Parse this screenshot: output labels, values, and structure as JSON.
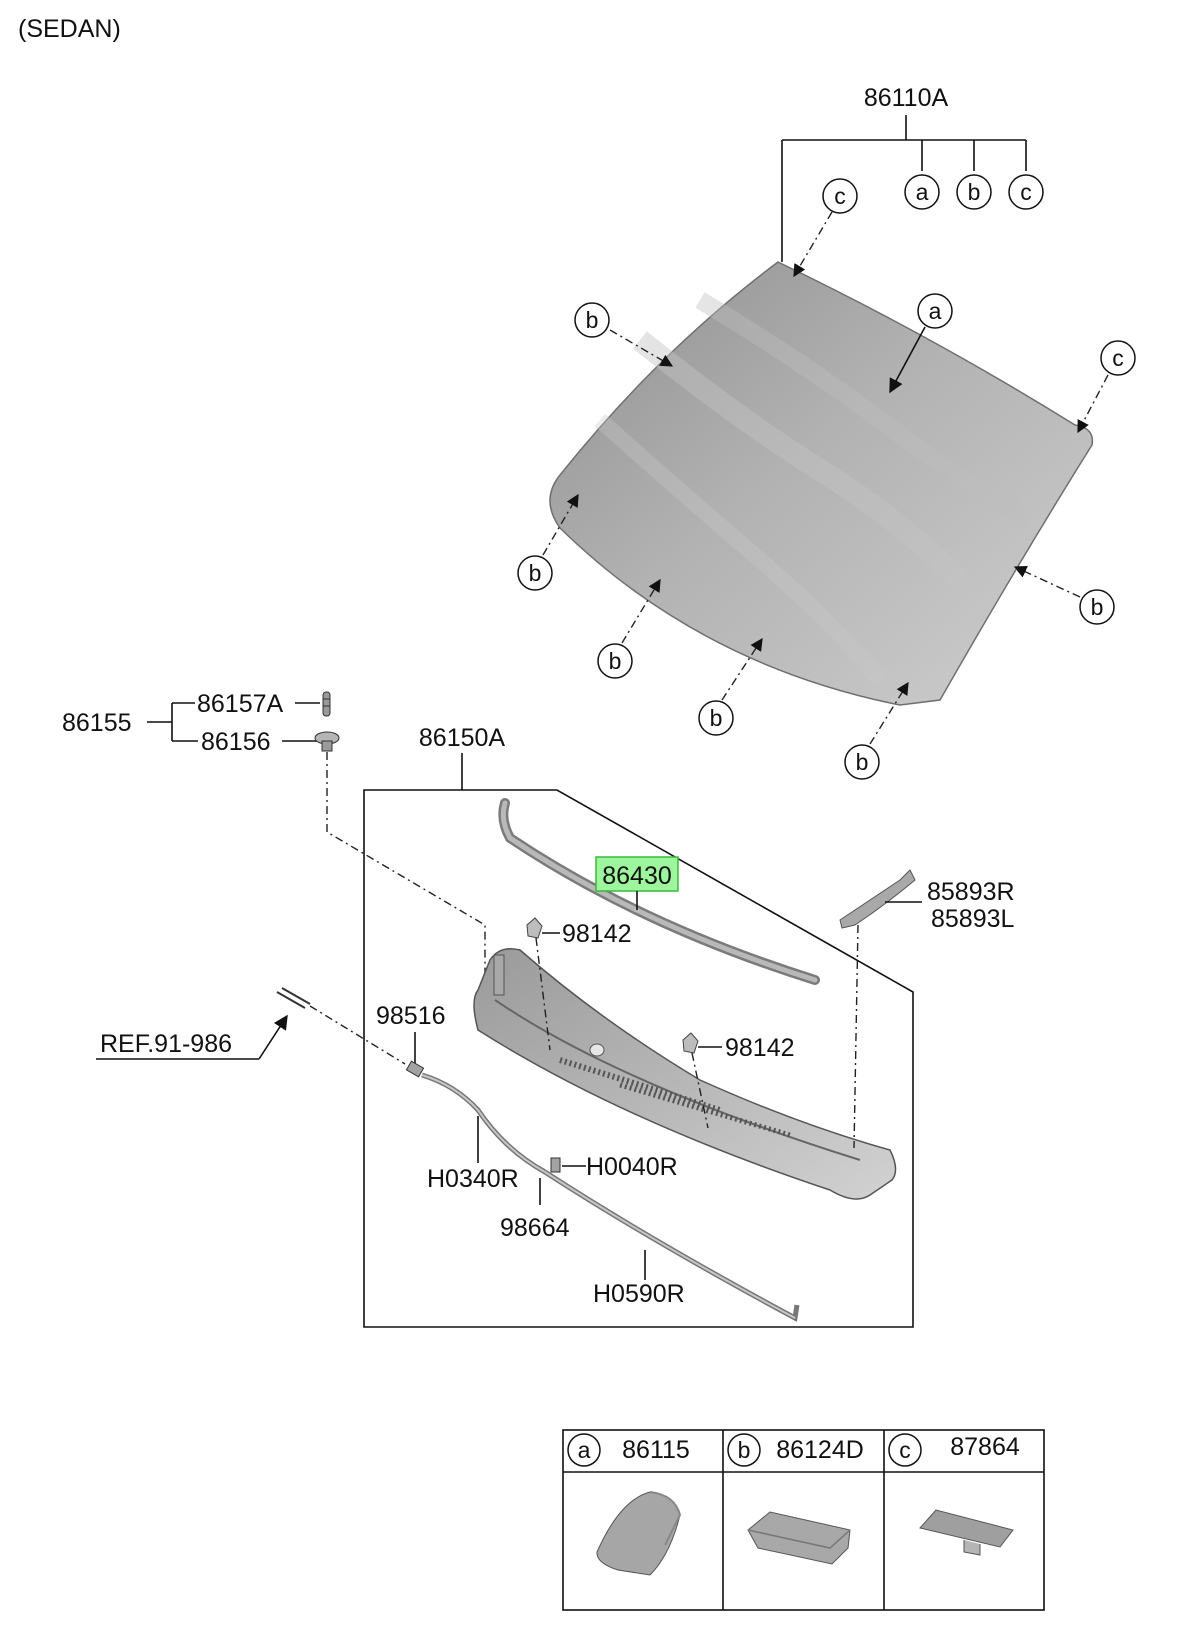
{
  "header": {
    "variant": "(SEDAN)"
  },
  "windshield": {
    "assembly": "86110A",
    "component_refs": [
      "a",
      "b",
      "c"
    ],
    "callouts": [
      "c",
      "b",
      "a",
      "c",
      "b",
      "b",
      "b",
      "b",
      "b"
    ]
  },
  "fastener": {
    "group": "86155",
    "clip": "86157A",
    "grommet": "86156"
  },
  "cowl": {
    "assembly": "86150A",
    "strip": "86430",
    "nozzle_left": "98142",
    "nozzle_right": "98142",
    "bracket_r": "85893R",
    "bracket_l": "85893L",
    "ref": "REF.91-986",
    "check_valve": "98516",
    "hose_1": "H0340R",
    "connector": "H0040R",
    "joint": "98664",
    "hose_2": "H0590R"
  },
  "highlight_color": "#9df59d",
  "legend": [
    {
      "key": "a",
      "part": "86115"
    },
    {
      "key": "b",
      "part": "86124D"
    },
    {
      "key": "c",
      "part": "87864"
    }
  ]
}
